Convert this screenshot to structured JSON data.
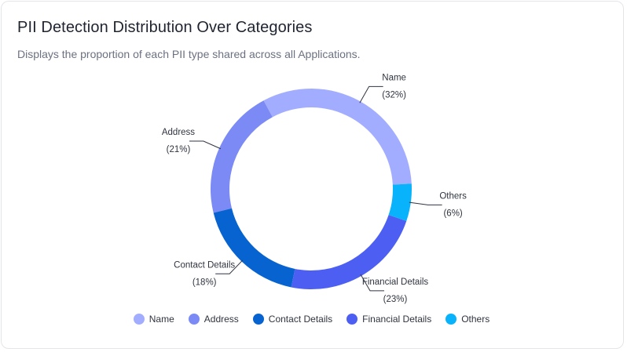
{
  "header": {
    "title": "PII Detection Distribution Over Categories",
    "subtitle": "Displays the proportion of each PII type shared across all Applications."
  },
  "chart_data": {
    "type": "pie",
    "donut": true,
    "categories": [
      "Name",
      "Address",
      "Contact Details",
      "Financial Details",
      "Others"
    ],
    "values": [
      32,
      21,
      18,
      23,
      6
    ],
    "value_labels": [
      "(32%)",
      "(21%)",
      "(18%)",
      "(23%)",
      "(6%)"
    ],
    "colors": [
      "#a3adff",
      "#7b8af5",
      "#0663cf",
      "#4d5ff2",
      "#08b3fb"
    ],
    "legend_position": "bottom"
  }
}
